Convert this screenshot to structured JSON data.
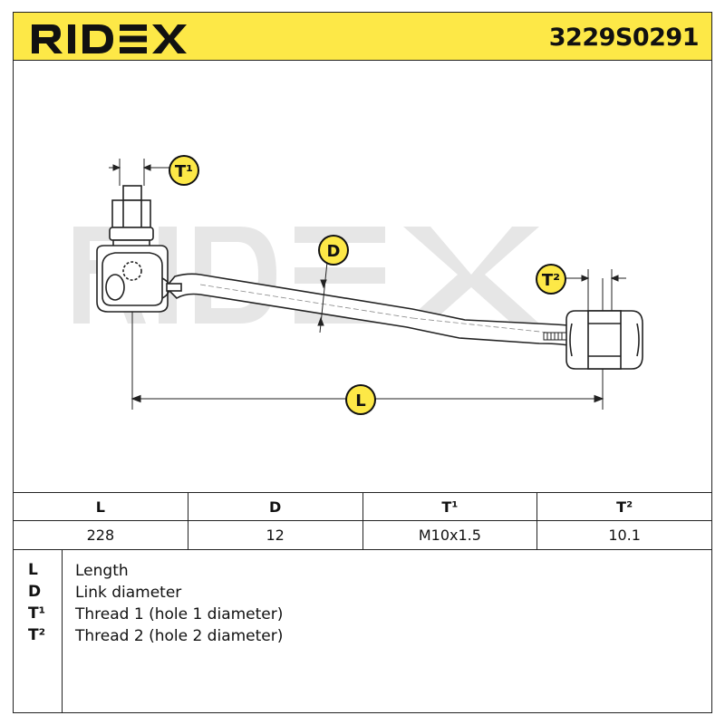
{
  "brand": {
    "logo_text": "RIDEX",
    "part_number": "3229S0291",
    "accent_color": "#fde847"
  },
  "drawing": {
    "watermark": "RIDEX",
    "labels": {
      "t1": "T¹",
      "t2": "T²",
      "d": "D",
      "l": "L"
    }
  },
  "spec_table": {
    "headers": [
      "L",
      "D",
      "T¹",
      "T²"
    ],
    "values": [
      "228",
      "12",
      "M10x1.5",
      "10.1"
    ]
  },
  "legend": [
    {
      "key": "L",
      "text": "Length"
    },
    {
      "key": "D",
      "text": "Link diameter"
    },
    {
      "key": "T¹",
      "text": "Thread 1 (hole 1 diameter)"
    },
    {
      "key": "T²",
      "text": "Thread 2 (hole 2 diameter)"
    }
  ]
}
